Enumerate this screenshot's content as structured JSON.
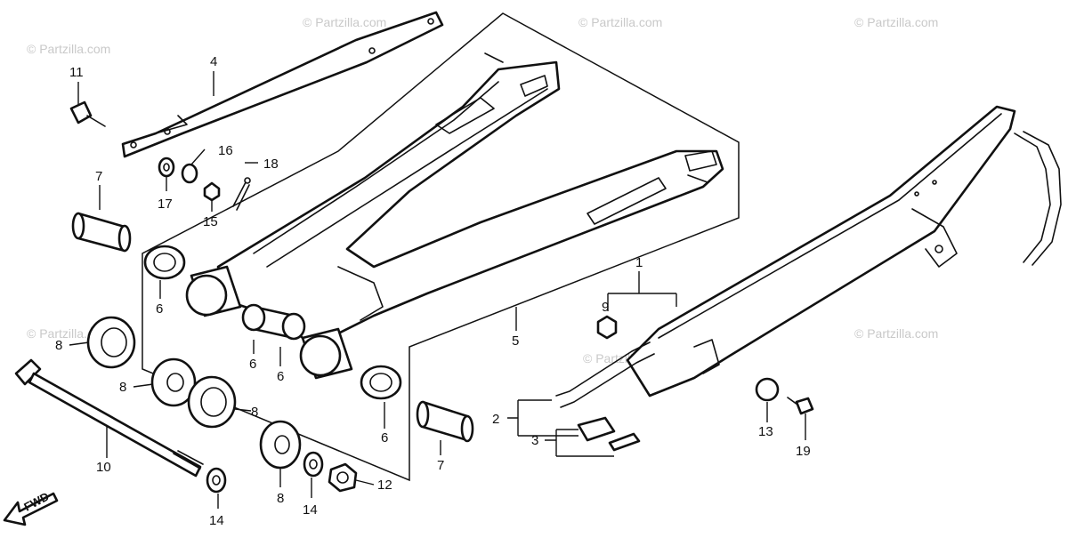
{
  "watermark": "© Partzilla.com",
  "fwd_label": "FWD",
  "callouts": {
    "c1": "1",
    "c2": "2",
    "c3": "3",
    "c4": "4",
    "c5": "5",
    "c6a": "6",
    "c6b": "6",
    "c6c": "6",
    "c6d": "6",
    "c7a": "7",
    "c7b": "7",
    "c8a": "8",
    "c8b": "8",
    "c8c": "8",
    "c8d": "8",
    "c9": "9",
    "c10": "10",
    "c11": "11",
    "c12": "12",
    "c13": "13",
    "c14a": "14",
    "c14b": "14",
    "c15": "15",
    "c16": "16",
    "c17": "17",
    "c18": "18",
    "c19": "19"
  }
}
